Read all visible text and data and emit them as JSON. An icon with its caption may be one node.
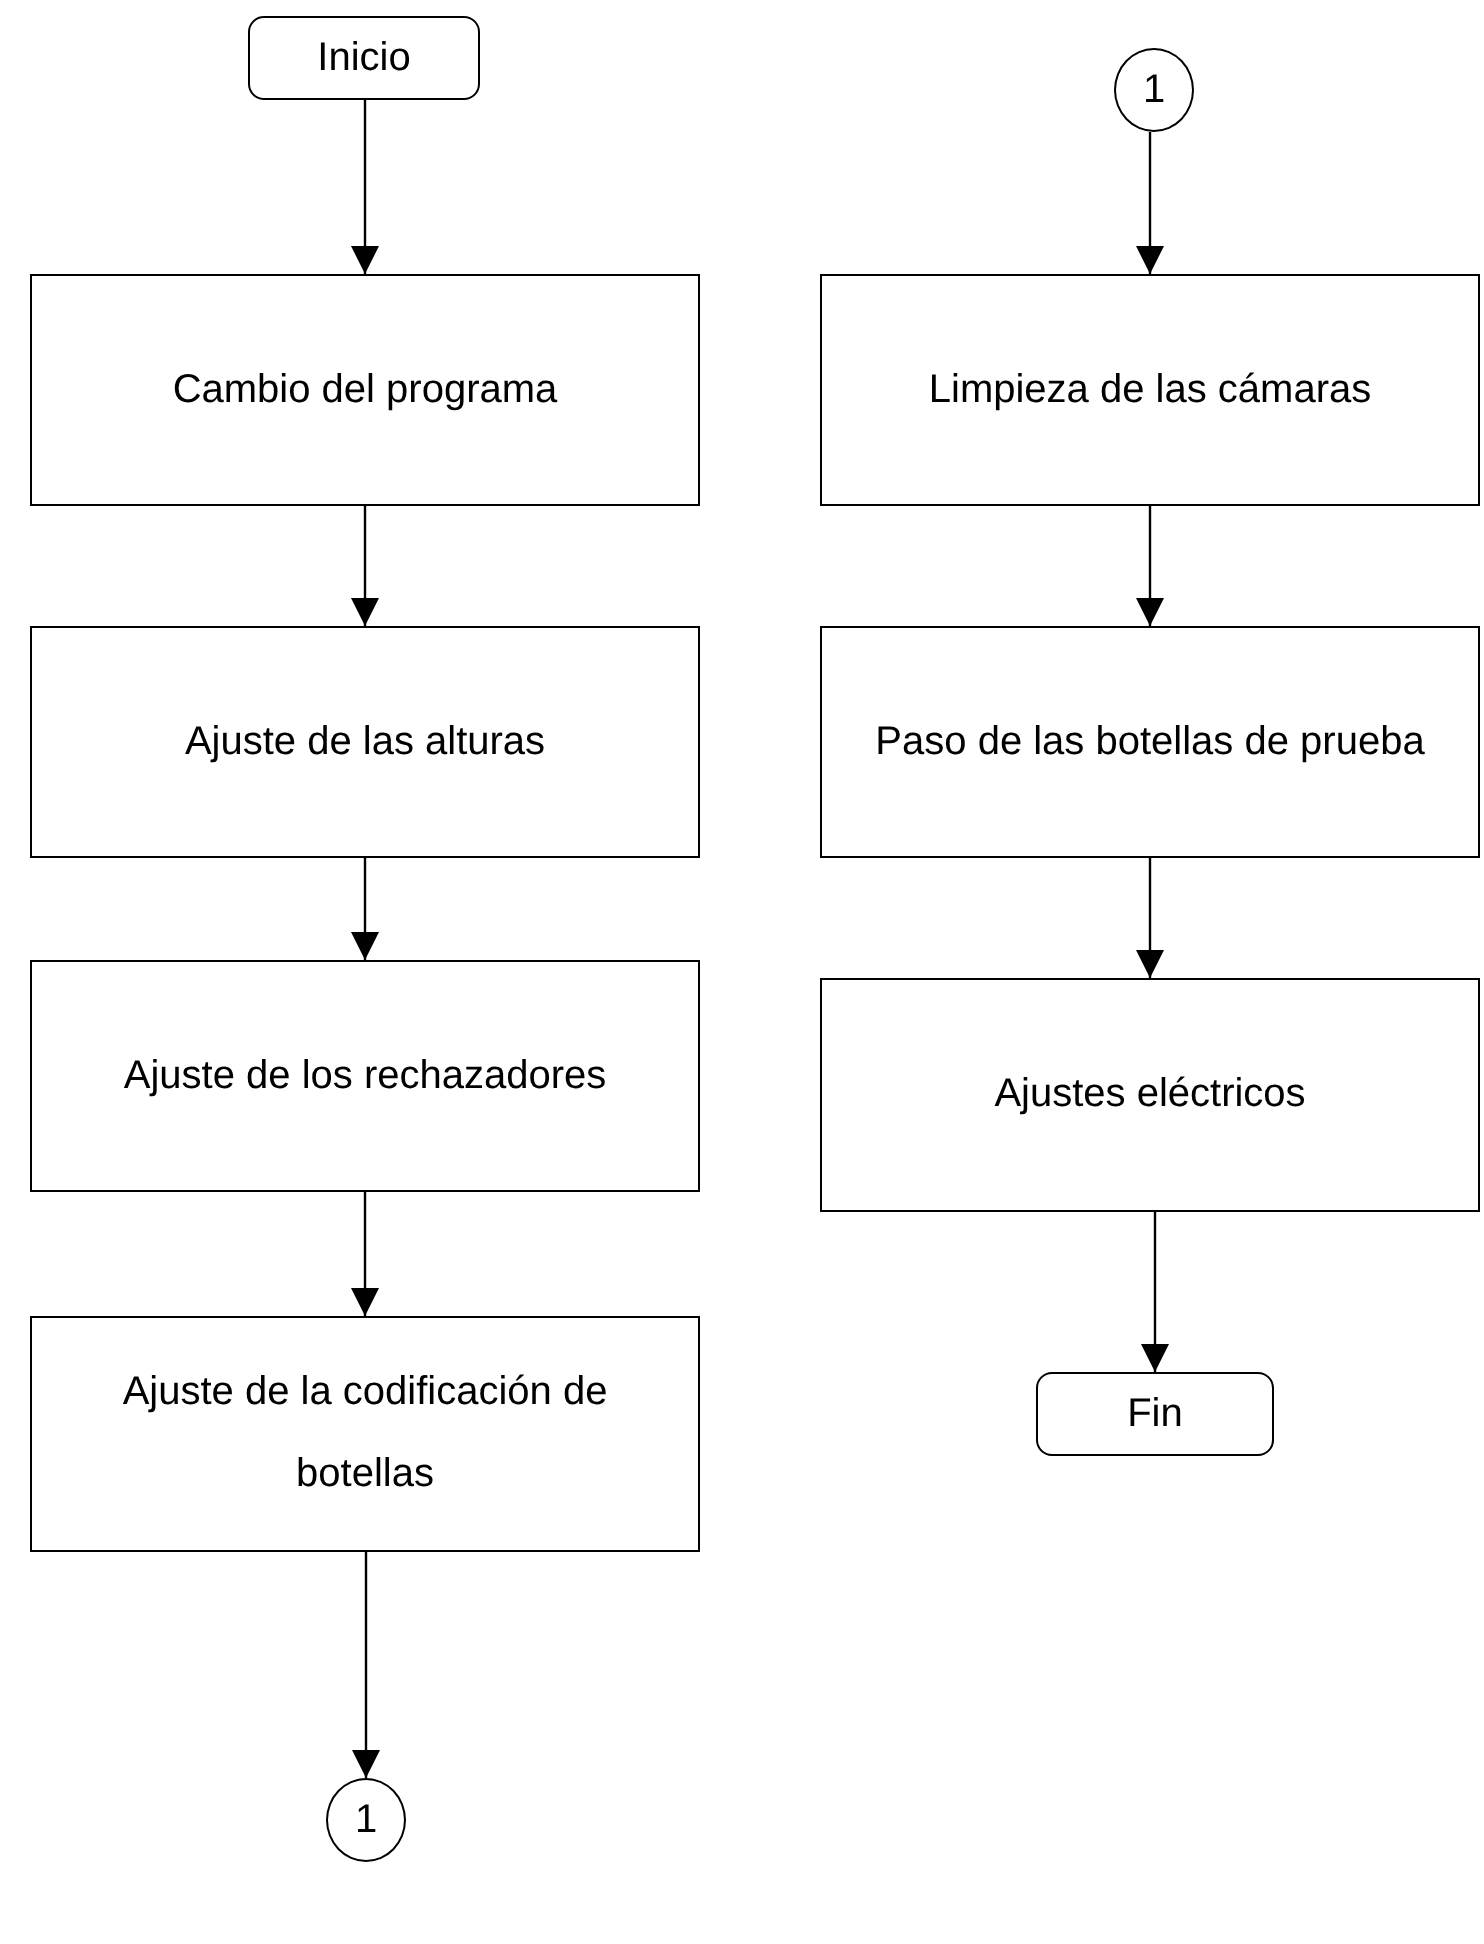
{
  "diagram": {
    "nodes": [
      {
        "text": [
          "Inicio"
        ]
      },
      {
        "text": [
          "Cambio del programa"
        ]
      },
      {
        "text": [
          "Ajuste de las alturas"
        ]
      },
      {
        "text": [
          "Ajuste de los rechazadores"
        ]
      },
      {
        "text": [
          "Ajuste de la codificación de botellas"
        ]
      },
      {
        "text": [
          "1"
        ]
      },
      {
        "text": [
          "1"
        ]
      },
      {
        "text": [
          "Limpieza de las cámaras"
        ]
      },
      {
        "text": [
          "Paso de las botellas de prueba"
        ]
      },
      {
        "text": [
          "Ajustes eléctricos"
        ]
      },
      {
        "text": [
          "Fin"
        ]
      }
    ],
    "edges": [
      {
        "from": 0,
        "to": 1,
        "arrow": "to"
      },
      {
        "from": 1,
        "to": 2,
        "arrow": "to"
      },
      {
        "from": 2,
        "to": 3,
        "arrow": "to"
      },
      {
        "from": 3,
        "to": 4,
        "arrow": "to"
      },
      {
        "from": 4,
        "to": 5,
        "arrow": "to"
      },
      {
        "from": 6,
        "to": 7,
        "arrow": "to"
      },
      {
        "from": 7,
        "to": 8,
        "arrow": "to"
      },
      {
        "from": 8,
        "to": 9,
        "arrow": "to"
      },
      {
        "from": 9,
        "to": 10,
        "arrow": "to"
      }
    ]
  }
}
